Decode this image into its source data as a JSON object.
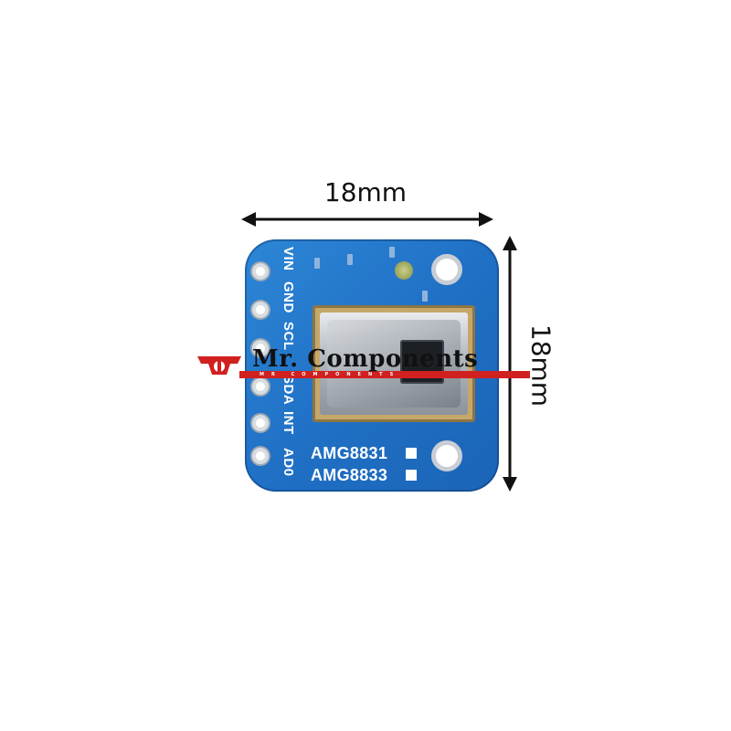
{
  "dimensions": {
    "width_label": "18mm",
    "height_label": "18mm"
  },
  "board": {
    "pin_labels": [
      "VIN",
      "GND",
      "SCL",
      "SDA",
      "INT",
      "AD0"
    ],
    "part_labels": [
      "AMG8831",
      "AMG8833"
    ]
  },
  "watermark": {
    "brand": "Mr. Components",
    "tagline": "MR COMPONENTS"
  },
  "colors": {
    "pcb_blue": "#1f6fc4",
    "watermark_red": "#d12020",
    "arrow": "#111111"
  },
  "icons": [
    "arrow-horizontal-icon",
    "arrow-vertical-icon",
    "brand-logo-icon"
  ]
}
